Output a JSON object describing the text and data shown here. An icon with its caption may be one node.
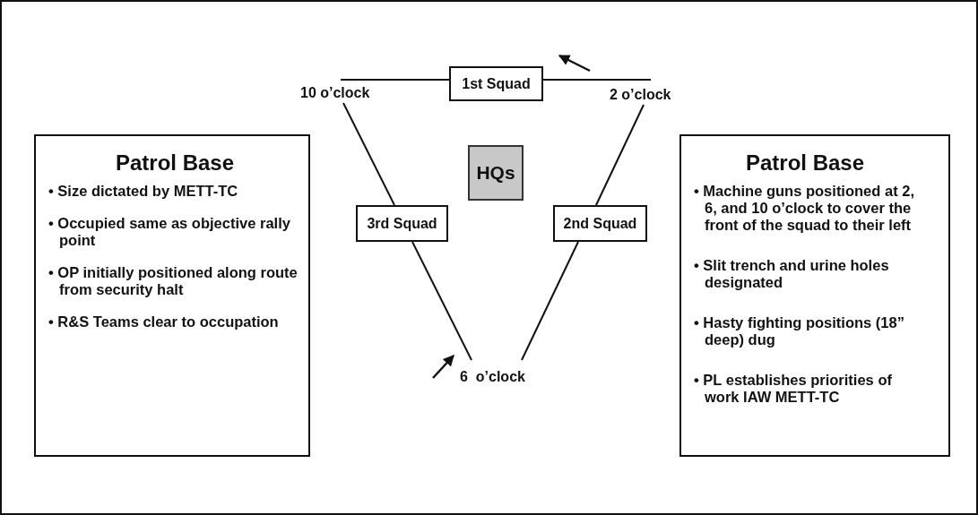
{
  "diagram": {
    "nodes": [
      {
        "text": [
          "Patrol Base",
          "• Size dictated by METT-TC",
          "• Occupied same as objective rally point",
          "• OP initially positioned along route from security halt",
          "• R&S Teams clear to occupation"
        ]
      },
      {
        "text": [
          "10 o’clock"
        ]
      },
      {
        "text": [
          "1st Squad"
        ]
      },
      {
        "text": [
          "2 o’clock"
        ]
      },
      {
        "text": [
          "HQs"
        ]
      },
      {
        "text": [
          "3rd Squad"
        ]
      },
      {
        "text": [
          "2nd Squad"
        ]
      },
      {
        "text": [
          "6  o’clock"
        ]
      },
      {
        "text": [
          "Patrol Base",
          "• Machine guns positioned at 2, 6, and 10 o’clock to cover the front of the squad to their left",
          "• Slit trench and urine holes designated",
          "• Hasty fighting positions (18” deep) dug",
          "• PL establishes priorities of work IAW METT-TC"
        ]
      }
    ],
    "edges": [
      {
        "from": 1,
        "to": 2,
        "arrow": "none"
      },
      {
        "from": 2,
        "to": 3,
        "arrow": "none"
      },
      {
        "from": 1,
        "to": 5,
        "arrow": "none"
      },
      {
        "from": 3,
        "to": 6,
        "arrow": "none"
      },
      {
        "from": 5,
        "to": 7,
        "arrow": "none"
      },
      {
        "from": 6,
        "to": 7,
        "arrow": "none"
      }
    ]
  }
}
